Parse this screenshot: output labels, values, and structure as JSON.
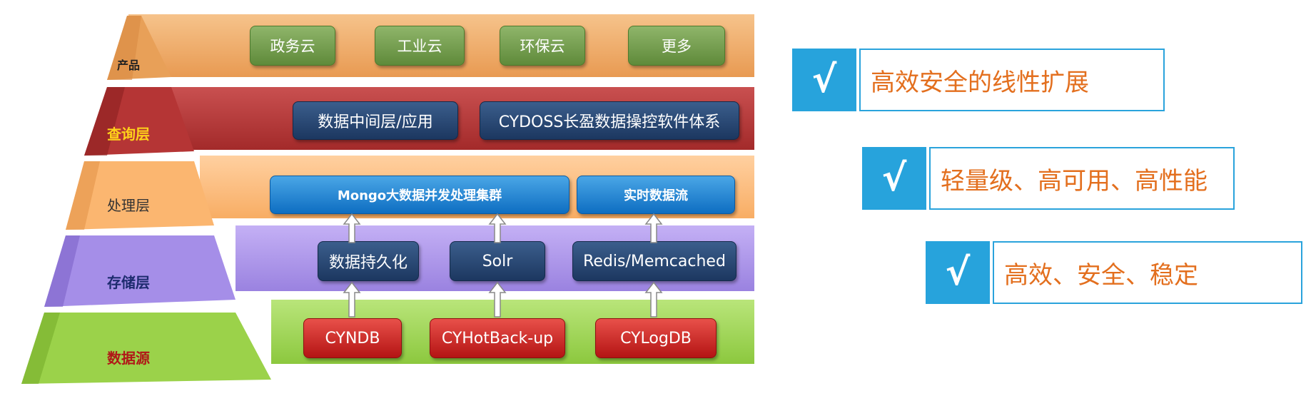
{
  "layers": {
    "product": {
      "label": "产品",
      "items": [
        "政务云",
        "工业云",
        "环保云",
        "更多"
      ]
    },
    "query": {
      "label": "查询层",
      "items": [
        "数据中间层/应用",
        "CYDOSS长盈数据操控软件体系"
      ]
    },
    "processing": {
      "label": "处理层",
      "items": [
        "Mongo大数据并发处理集群",
        "实时数据流"
      ]
    },
    "storage": {
      "label": "存储层",
      "items": [
        "数据持久化",
        "Solr",
        "Redis/Memcached"
      ]
    },
    "datasource": {
      "label": "数据源",
      "items": [
        "CYNDB",
        "CYHotBack-up",
        "CYLogDB"
      ]
    }
  },
  "features": [
    {
      "icon": "check-icon",
      "mark": "√",
      "text": "高效安全的线性扩展"
    },
    {
      "icon": "check-icon",
      "mark": "√",
      "text": "轻量级、高可用、高性能"
    },
    {
      "icon": "check-icon",
      "mark": "√",
      "text": "高效、安全、稳定"
    }
  ],
  "colors": {
    "product": "#f0a95e",
    "query": "#b83838",
    "processing": "#fbb670",
    "storage": "#a58ee8",
    "datasource": "#9bd24a",
    "accent_blue": "#27a3dc",
    "feature_text": "#e36f1e"
  }
}
